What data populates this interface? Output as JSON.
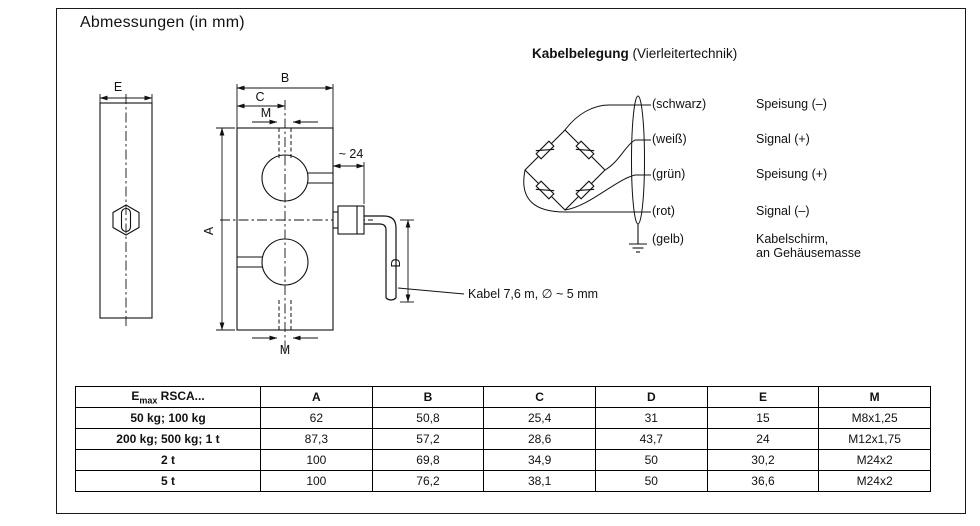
{
  "page": {
    "title": "Abmessungen (in mm)"
  },
  "cable_section": {
    "title": "Kabelbelegung",
    "subtitle": " (Vierleitertechnik)",
    "wires": [
      {
        "color": "(schwarz)",
        "signal": "Speisung (–)"
      },
      {
        "color": "(weiß)",
        "signal": "Signal (+)"
      },
      {
        "color": "(grün)",
        "signal": "Speisung (+)"
      },
      {
        "color": "(rot)",
        "signal": "Signal (–)"
      },
      {
        "color": "(gelb)",
        "signal": "Kabelschirm,\nan Gehäusemasse"
      }
    ]
  },
  "drawing": {
    "dim_a": "A",
    "dim_b": "B",
    "dim_c": "C",
    "dim_d": "D",
    "dim_e": "E",
    "dim_m_top": "M",
    "dim_m_bottom": "M",
    "connector_length": "~ 24",
    "cable_note": "Kabel 7,6 m, ∅ ~ 5 mm"
  },
  "table": {
    "header_col0": {
      "pre": "E",
      "sub": "max",
      "post": " RSCA..."
    },
    "dim_headers": [
      "A",
      "B",
      "C",
      "D",
      "E",
      "M"
    ],
    "rows": [
      {
        "label": "50 kg; 100 kg",
        "values": [
          "62",
          "50,8",
          "25,4",
          "31",
          "15",
          "M8x1,25"
        ]
      },
      {
        "label": "200 kg; 500 kg; 1 t",
        "values": [
          "87,3",
          "57,2",
          "28,6",
          "43,7",
          "24",
          "M12x1,75"
        ]
      },
      {
        "label": "2 t",
        "values": [
          "100",
          "69,8",
          "34,9",
          "50",
          "30,2",
          "M24x2"
        ]
      },
      {
        "label": "5 t",
        "values": [
          "100",
          "76,2",
          "38,1",
          "50",
          "36,6",
          "M24x2"
        ]
      }
    ]
  }
}
